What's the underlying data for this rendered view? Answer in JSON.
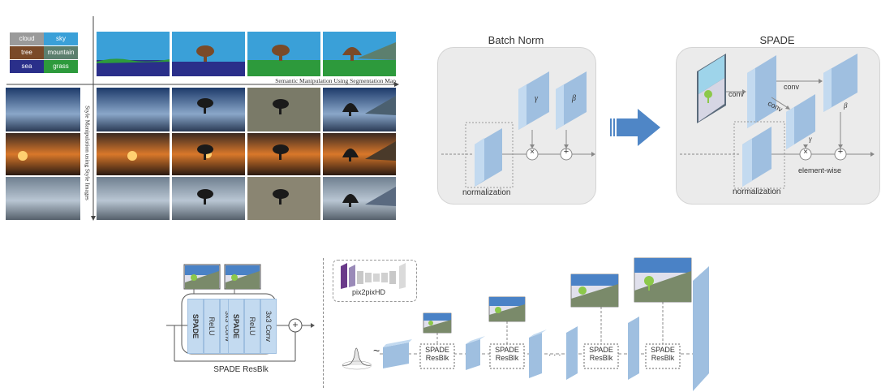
{
  "legend": {
    "items": [
      {
        "label": "cloud",
        "color": "#9a9a9a"
      },
      {
        "label": "sky",
        "color": "#3aa0d8"
      },
      {
        "label": "tree",
        "color": "#7a4a28"
      },
      {
        "label": "mountain",
        "color": "#5c7f6e"
      },
      {
        "label": "sea",
        "color": "#2a2f8a"
      },
      {
        "label": "grass",
        "color": "#2d9a3c"
      }
    ]
  },
  "grid": {
    "semantic_label": "Semantic Manipulation Using Segmentation Map",
    "style_label": "Style Manipulation using Style Images"
  },
  "batchnorm": {
    "title": "Batch Norm",
    "normalization": "normalization",
    "gamma": "γ",
    "beta": "β",
    "times": "×",
    "plus": "+"
  },
  "spade": {
    "title": "SPADE",
    "conv1": "conv",
    "conv2": "conv",
    "conv3": "conv",
    "normalization": "normalization",
    "elementwise": "element-wise",
    "gamma": "γ",
    "beta": "β",
    "times": "×",
    "plus": "+"
  },
  "resblk": {
    "title": "SPADE ResBlk",
    "layers": [
      "SPADE",
      "ReLU",
      "3x3 Conv",
      "SPADE",
      "ReLU",
      "3x3 Conv"
    ],
    "plus": "+"
  },
  "generator": {
    "pix2pixhd": "pix2pixHD",
    "tilde": "~",
    "dots": "· · ·",
    "blocks": [
      {
        "line1": "SPADE",
        "line2": "ResBlk"
      },
      {
        "line1": "SPADE",
        "line2": "ResBlk"
      },
      {
        "line1": "SPADE",
        "line2": "ResBlk"
      },
      {
        "line1": "SPADE",
        "line2": "ResBlk"
      }
    ]
  },
  "colors": {
    "block_face": "#c3daf0",
    "block_side": "#9fbfe0",
    "panel_bg": "#ebebeb",
    "arrow_blue": "#4f86c6"
  }
}
